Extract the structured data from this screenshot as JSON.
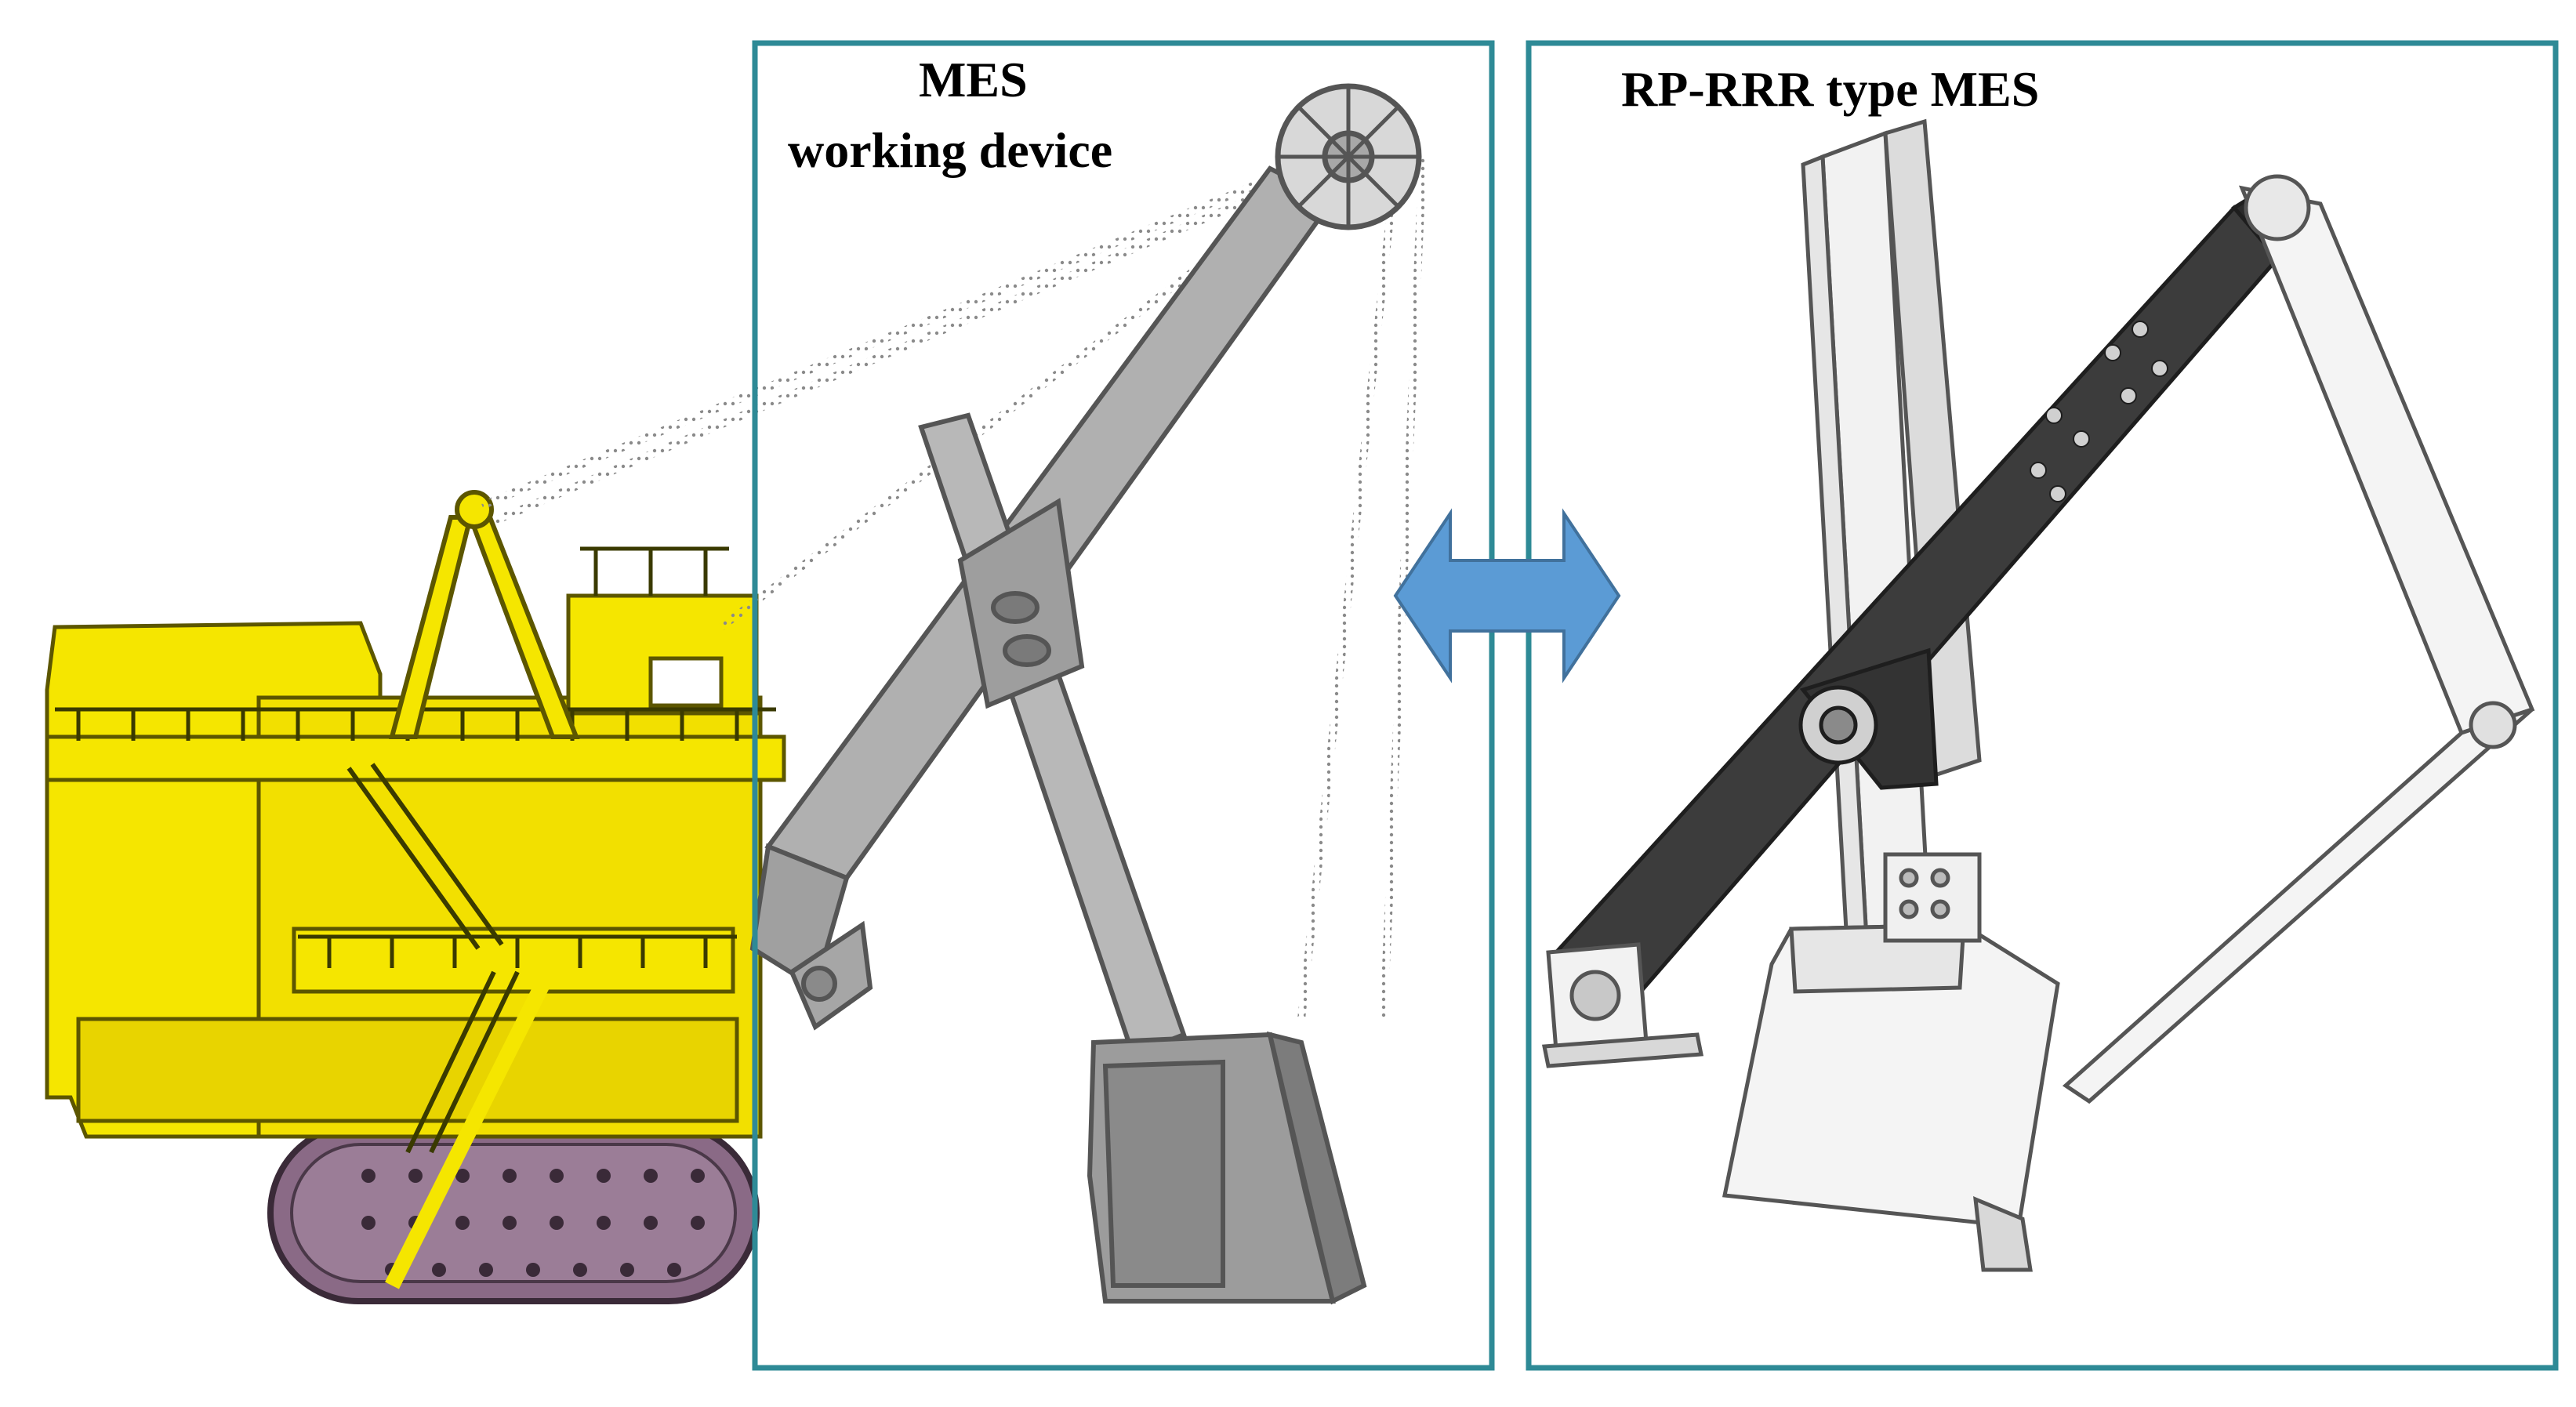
{
  "labels": {
    "mes_box_line1": "MES",
    "mes_box_line2": "working device",
    "rp_rrr_box": "RP-RRR type MES"
  },
  "colors": {
    "frame": "#2e8a96",
    "arrow": "#5b9bd5",
    "excavator_body": "#f5e600",
    "track": "#8a6a86",
    "working_device": "#a8a8a8",
    "dark_link": "#3c3c3c",
    "light_link": "#f2f2f2"
  },
  "icons": {
    "double_arrow": "left-right-arrow-icon"
  }
}
